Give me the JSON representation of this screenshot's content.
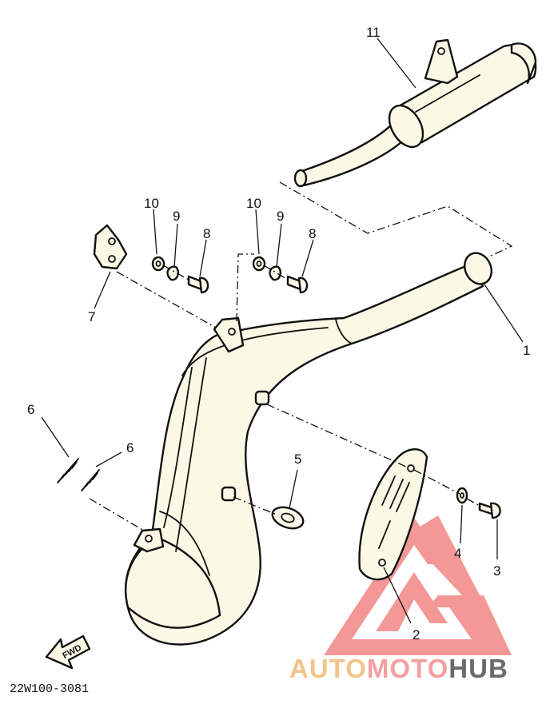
{
  "diagram_code": "22W100-3081",
  "fwd_label": "FWD",
  "watermark": {
    "part1": "AUTO",
    "part2": "MOTO",
    "part3": "HUB"
  },
  "callouts": {
    "c1": "1",
    "c2": "2",
    "c3": "3",
    "c4": "4",
    "c5": "5",
    "c6a": "6",
    "c6b": "6",
    "c7": "7",
    "c8a": "8",
    "c8b": "8",
    "c9a": "9",
    "c9b": "9",
    "c10a": "10",
    "c10b": "10",
    "c11": "11"
  },
  "colors": {
    "line": "#111111",
    "part_fill": "#fbf8e6",
    "watermark_red": "#f07a7a",
    "watermark_orange": "#f3c48a",
    "watermark_grey": "#6b6b6b"
  }
}
